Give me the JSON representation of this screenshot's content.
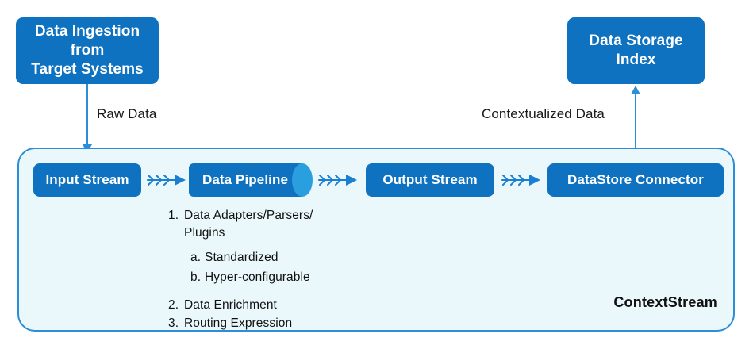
{
  "diagram": {
    "external_nodes": [
      {
        "id": "data-ingestion",
        "label": "Data Ingestion\nfrom\nTarget Systems",
        "line1": "Data Ingestion",
        "line2": "from",
        "line3": "Target Systems"
      },
      {
        "id": "data-storage-index",
        "label": "Data Storage\nIndex",
        "line1": "Data Storage",
        "line2": "Index"
      }
    ],
    "edge_labels": {
      "raw_data": "Raw Data",
      "contextualized_data": "Contextualized Data"
    },
    "container": {
      "title": "ContextStream"
    },
    "pipeline_stages": [
      {
        "id": "input-stream",
        "label": "Input Stream",
        "shape": "rounded-rect"
      },
      {
        "id": "data-pipeline",
        "label": "Data Pipeline",
        "shape": "cylinder"
      },
      {
        "id": "output-stream",
        "label": "Output Stream",
        "shape": "rounded-rect"
      },
      {
        "id": "datastore-connector",
        "label": "DataStore Connector",
        "shape": "rounded-rect"
      }
    ],
    "pipeline_features": [
      {
        "marker": "1.",
        "text": "Data Adapters/Parsers/ Plugins",
        "sub_items": [
          {
            "marker": "a.",
            "text": "Standardized"
          },
          {
            "marker": "b.",
            "text": "Hyper-configurable"
          }
        ]
      },
      {
        "marker": "2.",
        "text": "Data Enrichment",
        "sub_items": []
      },
      {
        "marker": "3.",
        "text": "Routing Expression",
        "sub_items": []
      }
    ],
    "icons": {
      "arrow_right": "chevron-arrow-right-icon",
      "arrow_down": "arrow-down-icon",
      "arrow_up": "arrow-up-icon"
    },
    "colors": {
      "node_blue": "#0f72c0",
      "cylinder_cap": "#2a9fe0",
      "container_border": "#2a8fd8",
      "container_fill": "#eaf8fb",
      "arrow_blue": "#2a8fd8",
      "text_dark": "#111111",
      "text_white": "#ffffff"
    }
  }
}
